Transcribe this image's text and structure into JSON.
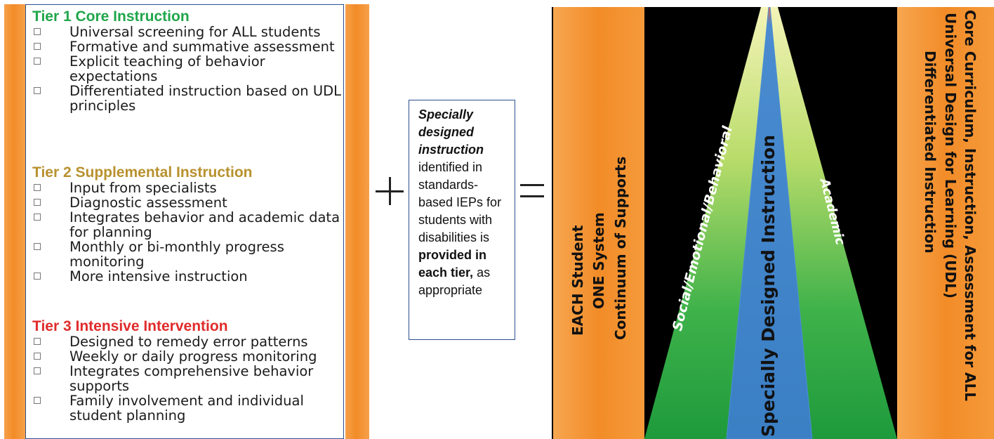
{
  "tiers": [
    {
      "title": "Tier 1 Core Instruction",
      "color": "#1fa64a",
      "items": [
        "Universal screening for ALL students",
        "Formative and summative assessment",
        "Explicit teaching of behavior expectations",
        "Differentiated instruction based on UDL principles"
      ]
    },
    {
      "title": "Tier 2 Supplemental Instruction",
      "color": "#b8912e",
      "items": [
        "Input from specialists",
        "Diagnostic assessment",
        "Integrates behavior and academic data for planning",
        "Monthly or bi-monthly progress monitoring",
        "More intensive instruction"
      ]
    },
    {
      "title": "Tier 3 Intensive Intervention",
      "color": "#e02b2b",
      "items": [
        "Designed to remedy error patterns",
        "Weekly or daily progress monitoring",
        "Integrates comprehensive behavior supports",
        "Family involvement and individual student planning"
      ]
    }
  ],
  "operators": {
    "plus": "+",
    "equals": "="
  },
  "sdi_note": {
    "emphasis": "Specially designed instruction",
    "middle": "identified in standards-based IEPs for students with disabilities is",
    "bold_phrase": "provided in each tier,",
    "tail": "as appropriate"
  },
  "diagram": {
    "left_band": [
      "EACH Student",
      "ONE System",
      "Continuum of Supports"
    ],
    "right_band": [
      "Core Curriculum, Instruction, Assessment for ALL",
      "Universal Design for Learning (UDL)",
      "Differentiated Instruction"
    ],
    "center_label": "Specially Designed Instruction",
    "left_wedge_label": "Social/Emotional/Behavioral",
    "right_wedge_label": "Academic",
    "colors": {
      "band": "#f28c28",
      "background": "#000000",
      "center": "#3b7fc4",
      "wedge_top": "#f2f2a0",
      "wedge_bottom": "#1e9a3c"
    }
  }
}
